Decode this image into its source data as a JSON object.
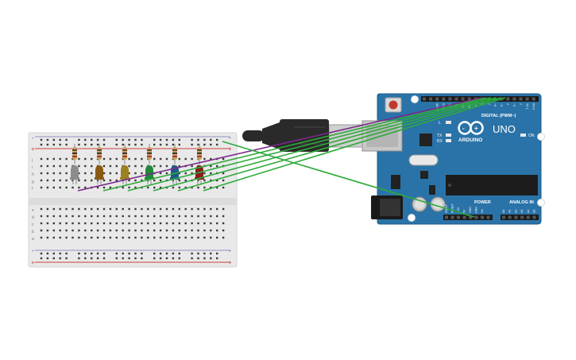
{
  "canvas": {
    "background": "#ffffff"
  },
  "breadboard": {
    "rail_plus": "+",
    "rail_minus": "-",
    "row_letters_top": [
      "j",
      "i",
      "h",
      "g",
      "f"
    ],
    "row_letters_bottom": [
      "e",
      "d",
      "c",
      "b",
      "a"
    ],
    "colors": {
      "body": "#e8e8e8",
      "rail_red": "#d04040",
      "rail_blue": "#3a3aa8",
      "hole": "#3a3a3a"
    }
  },
  "leds": [
    {
      "name": "white",
      "color": "#8c8c8c"
    },
    {
      "name": "orange",
      "color": "#8a5a14"
    },
    {
      "name": "yellow",
      "color": "#9a8220"
    },
    {
      "name": "green",
      "color": "#1f8a3a"
    },
    {
      "name": "blue",
      "color": "#1c5a8a"
    },
    {
      "name": "red",
      "color": "#8a1c1c"
    }
  ],
  "wires": {
    "green": "#2eaa3a",
    "purple": "#7a2a8a"
  },
  "arduino": {
    "board_color": "#2a73a8",
    "logo_text": "ARDUINO",
    "model": "UNO",
    "digital_label": "DIGITAL (PWM~)",
    "power_label": "POWER",
    "analog_label": "ANALOG IN",
    "led_labels": [
      "L",
      "TX",
      "RX"
    ],
    "on_label": "ON",
    "analog_pins": [
      "A0",
      "A1",
      "A2",
      "A3",
      "A4",
      "A5"
    ],
    "power_pins": [
      "IOREF",
      "RESET",
      "3.3V",
      "5V",
      "GND",
      "GND",
      "Vin"
    ],
    "digital_pins": [
      "AREF",
      "GND",
      "13",
      "12",
      "~11",
      "~10",
      "~9",
      "8",
      "7",
      "~6",
      "~5",
      "4",
      "~3",
      "2",
      "TX 1",
      "RX 0"
    ]
  },
  "usb_cable": {
    "color": "#2a2a2a"
  }
}
